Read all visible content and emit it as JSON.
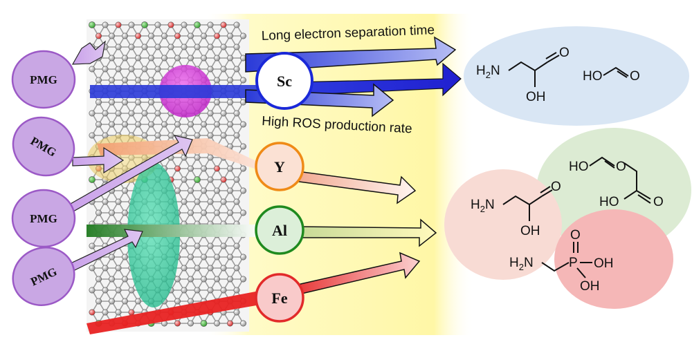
{
  "annotations": {
    "top_label": "Long electron separation time",
    "bottom_label": "High ROS production rate"
  },
  "pmg_label": "PMG",
  "metals": {
    "sc": {
      "label": "Sc",
      "ring": "#1a28d8",
      "fill": "#ffffff"
    },
    "y": {
      "label": "Y",
      "ring": "#ef8a17",
      "fill": "#fbe1d4"
    },
    "al": {
      "label": "Al",
      "ring": "#1f8a1f",
      "fill": "#dcefd9"
    },
    "fe": {
      "label": "Fe",
      "ring": "#e22a2a",
      "fill": "#f9caca"
    }
  },
  "chem": {
    "h2n": "H2N",
    "oh": "OH",
    "o": "O",
    "ho": "HO",
    "p": "P"
  },
  "colors": {
    "pmg_fill": "#c9a7e4",
    "pmg_stroke": "#9b59c6",
    "product_blue": "#d9e6f4",
    "product_green": "#dcebd3",
    "product_peach": "#f8dbd4",
    "product_red": "#f5b7b7",
    "glow": "#fff9b0"
  }
}
